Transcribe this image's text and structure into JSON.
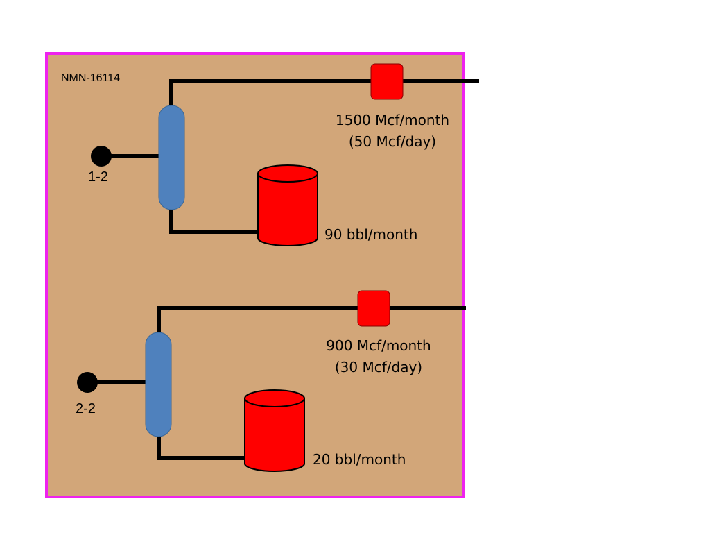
{
  "lease": {
    "name": "NMN-16114",
    "background_color": "#D2A679",
    "border_color": "#EE22EE"
  },
  "colors": {
    "separator": "#4F81BD",
    "meter": "#FF0000",
    "tank": "#FF0000",
    "pipe": "#000000"
  },
  "wells": [
    {
      "id": "1-2",
      "gas_rate_month": "1500 Mcf/month",
      "gas_rate_day": "(50 Mcf/day)",
      "oil_rate": "90 bbl/month"
    },
    {
      "id": "2-2",
      "gas_rate_month": "900 Mcf/month",
      "gas_rate_day": "(30 Mcf/day)",
      "oil_rate": "20 bbl/month"
    }
  ]
}
